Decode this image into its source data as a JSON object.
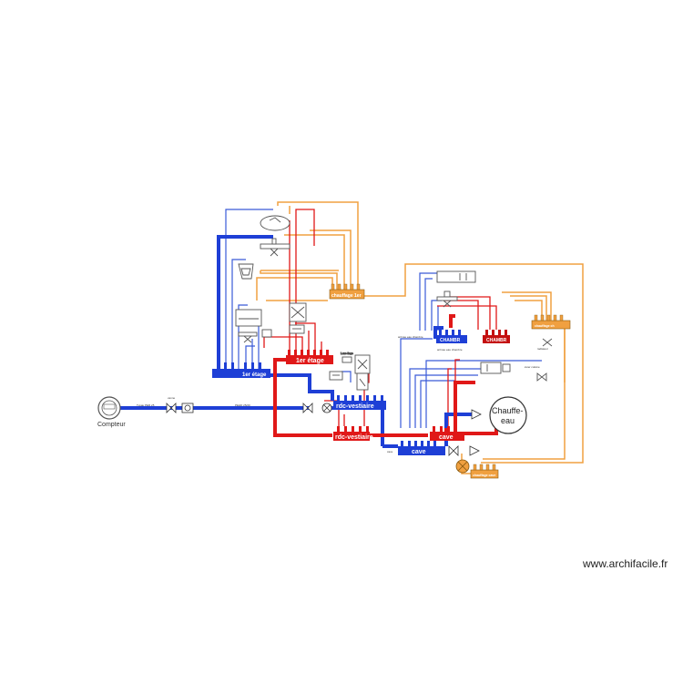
{
  "colors": {
    "cold": "#1e3fd6",
    "hot": "#e01818",
    "hot_dark": "#c41010",
    "orange": "#f0a040",
    "thin_blue": "#3a5bd8",
    "fixture": "#555555"
  },
  "manifolds": {
    "cold_1er": "1er étage",
    "hot_1er": "1er étage",
    "cold_rdc": "rdc-vestiaire",
    "hot_rdc": "rdc-vestiaire",
    "cold_cave": "cave",
    "hot_cave": "cave",
    "chambre_cold": "CHAMBR",
    "chambre_hot": "CHAMBR",
    "orange_1er": "chauffage 1er",
    "orange_chambre": "chauffage ch",
    "orange_cave": "chauffage cave"
  },
  "labels": {
    "compteur": "Compteur",
    "chauffe_eau_1": "Chauffe-",
    "chauffe_eau_2": "eau",
    "vanne": "vanne",
    "pipe_main_a": "Tuyau PER 25",
    "pipe_main_b": "PEHD 25/20",
    "lave_linge": "Lave-linge",
    "note_chambre_1": "arrivée eau chambre",
    "note_chambre_2": "arrivée eau chambre",
    "note_radiateur": "radiateur",
    "note_cuisine": "évier cuisine",
    "note_cave": "cave"
  },
  "watermark": "www.archifacile.fr"
}
